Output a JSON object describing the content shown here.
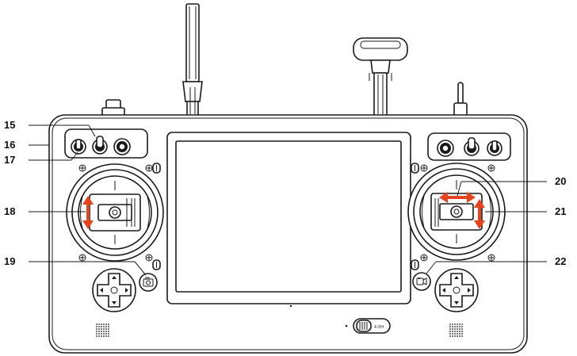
{
  "callouts": {
    "c15": "15",
    "c16": "16",
    "c17": "17",
    "c18": "18",
    "c19": "19",
    "c20": "20",
    "c21": "21",
    "c22": "22"
  },
  "switch_text": "4-OH",
  "colors": {
    "outline": "#1a1a1a",
    "arrow": "#e8431f",
    "background": "#ffffff"
  },
  "icons": {
    "photo_button": "camera-icon",
    "record_button": "video-camera-icon"
  }
}
